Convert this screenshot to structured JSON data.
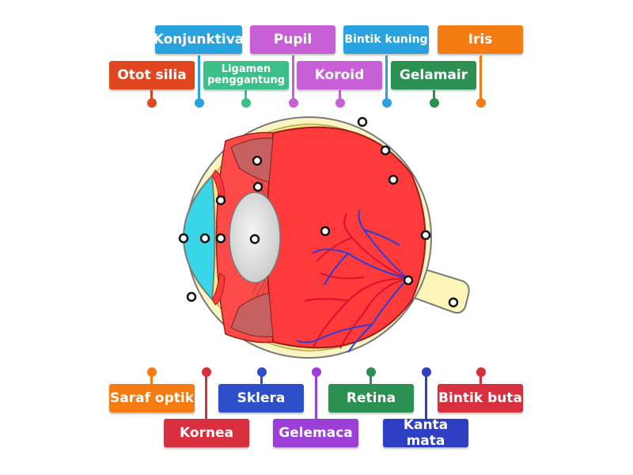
{
  "labels": {
    "otot_silia": "Otot silia",
    "konjunktiva": "Konjunktiva",
    "ligamen": "Ligamen penggantung",
    "pupil": "Pupil",
    "koroid": "Koroid",
    "bintik_kuning": "Bintik kuning",
    "gelamair": "Gelamair",
    "iris": "Iris",
    "saraf_optik": "Saraf optik",
    "kornea": "Kornea",
    "sklera": "Sklera",
    "gelemaca": "Gelemaca",
    "retina": "Retina",
    "kanta_mata": "Kanta mata",
    "bintik_buta": "Bintik buta"
  },
  "colors": {
    "orange_red": "#e0461f",
    "blue": "#29a3e0",
    "green_teal": "#3dbf8a",
    "purple": "#c95fd6",
    "dark_green": "#2a9152",
    "orange": "#f57c12",
    "red": "#d82f3f",
    "royal_blue": "#2d4fc9",
    "violet": "#9c3fd6",
    "indigo": "#2f3fc4"
  }
}
